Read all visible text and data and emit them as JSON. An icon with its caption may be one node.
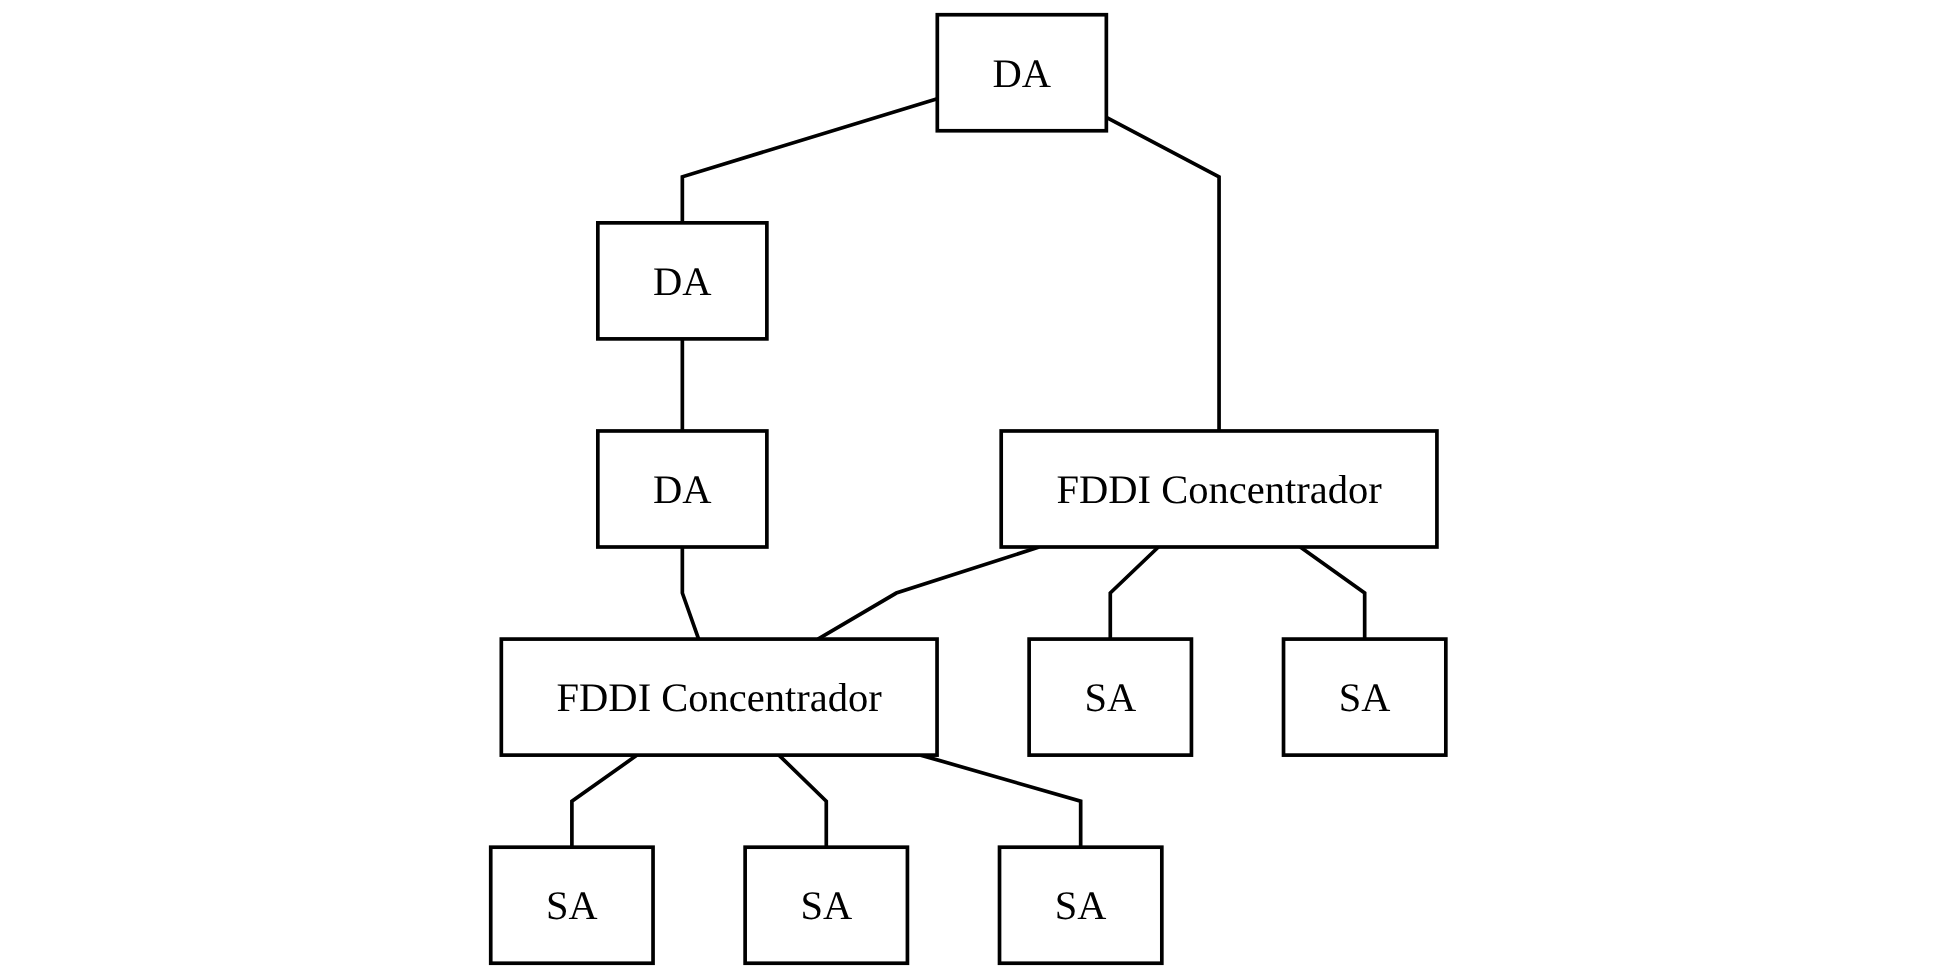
{
  "diagram": {
    "nodes": [
      {
        "text": [
          "DA"
        ]
      },
      {
        "text": [
          "DA"
        ]
      },
      {
        "text": [
          "DA"
        ]
      },
      {
        "text": [
          "FDDI Concentrador"
        ]
      },
      {
        "text": [
          "FDDI Concentrador"
        ]
      },
      {
        "text": [
          "SA"
        ]
      },
      {
        "text": [
          "SA"
        ]
      },
      {
        "text": [
          "SA"
        ]
      },
      {
        "text": [
          "SA"
        ]
      },
      {
        "text": [
          "SA"
        ]
      }
    ],
    "edges": [
      {
        "from": 0,
        "to": 1,
        "arrow": "none"
      },
      {
        "from": 1,
        "to": 2,
        "arrow": "none"
      },
      {
        "from": 2,
        "to": 4,
        "arrow": "none"
      },
      {
        "from": 0,
        "to": 3,
        "arrow": "none"
      },
      {
        "from": 3,
        "to": 4,
        "arrow": "none"
      },
      {
        "from": 4,
        "to": 5,
        "arrow": "none"
      },
      {
        "from": 3,
        "to": 6,
        "arrow": "none"
      },
      {
        "from": 3,
        "to": 7,
        "arrow": "none"
      },
      {
        "from": 4,
        "to": 8,
        "arrow": "none"
      },
      {
        "from": 4,
        "to": 9,
        "arrow": "none"
      }
    ]
  }
}
